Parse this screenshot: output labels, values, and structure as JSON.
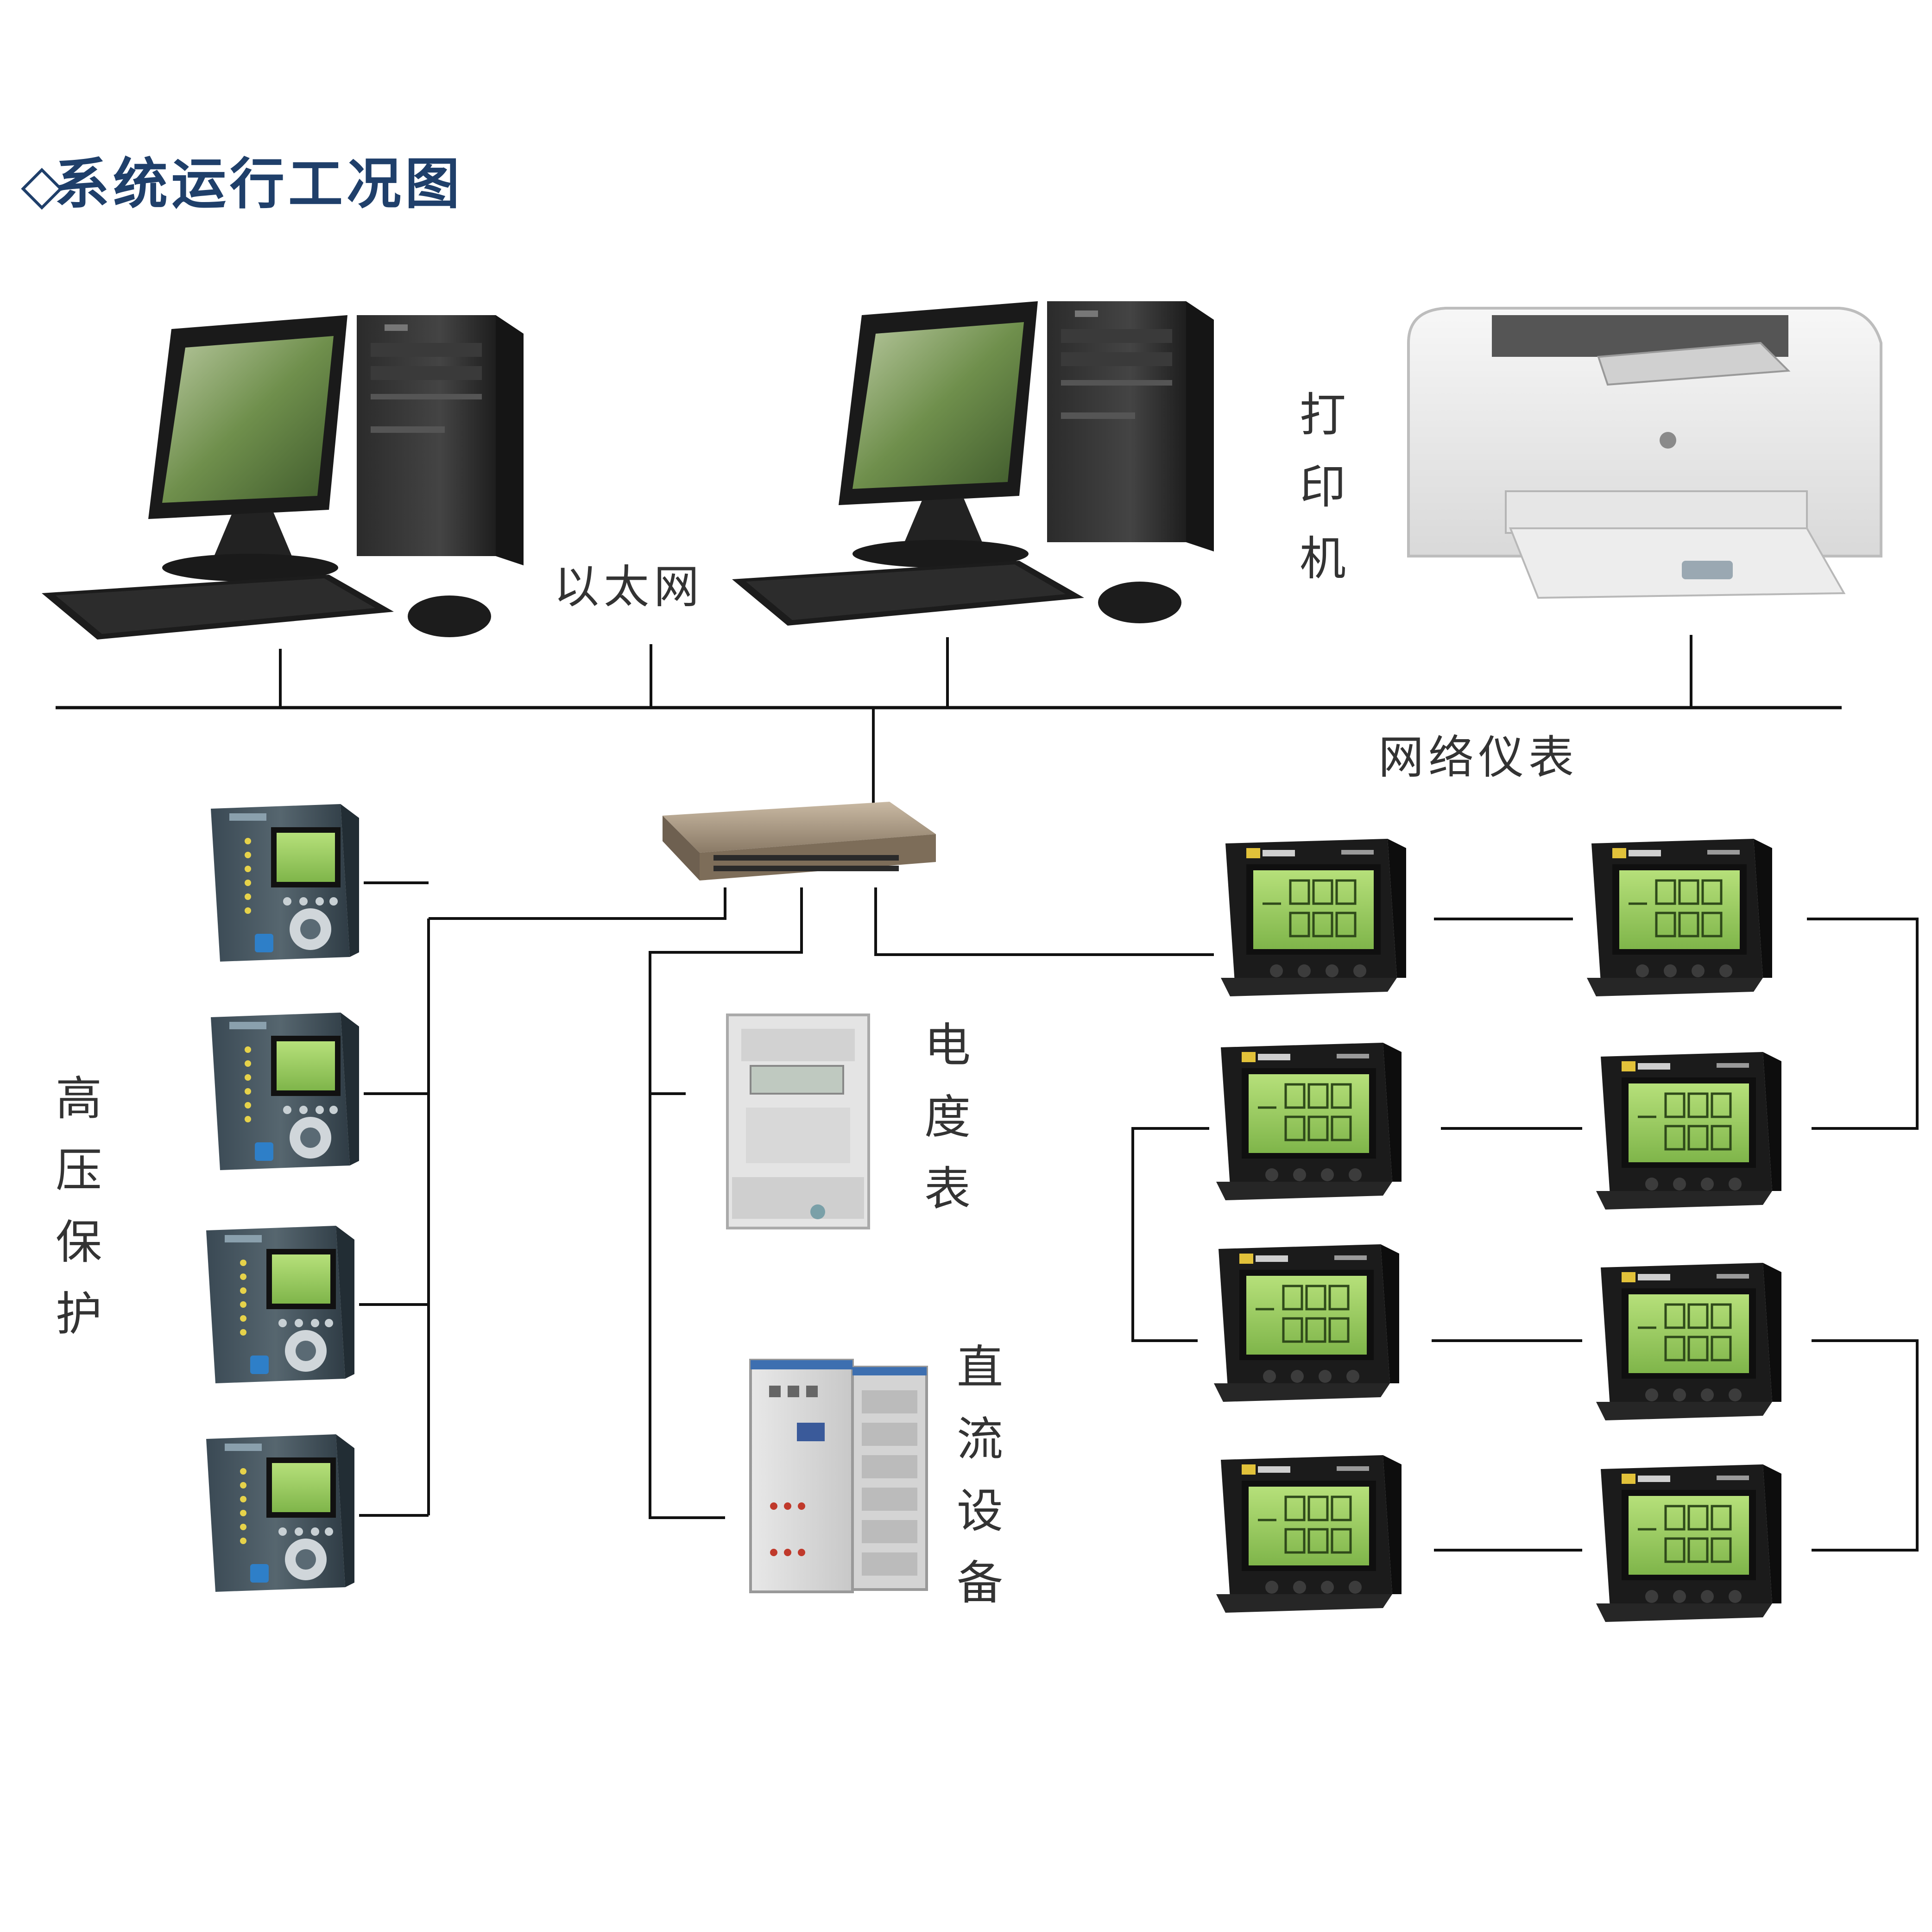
{
  "title": {
    "marker": "◇",
    "text": "系统运行工况图"
  },
  "labels": {
    "ethernet": "以太网",
    "printer": [
      "打",
      "印",
      "机"
    ],
    "network_meters": "网络仪表",
    "hv_protection": [
      "高",
      "压",
      "保",
      "护"
    ],
    "energy_meter": [
      "电",
      "度",
      "表"
    ],
    "dc_equipment": [
      "直",
      "流",
      "设",
      "备"
    ]
  },
  "device_counts": {
    "workstations": 2,
    "printers": 1,
    "switches": 1,
    "protection_relays": 4,
    "energy_meters": 1,
    "dc_cabinets": 1,
    "network_meters": 8
  },
  "colors": {
    "title": "#1f3f6a",
    "wire": "#111111",
    "lcd": "#9fd35a",
    "relay_body": "#4a5a66",
    "meter_body": "#1b1b1b",
    "printer_body": "#eeeeee"
  }
}
